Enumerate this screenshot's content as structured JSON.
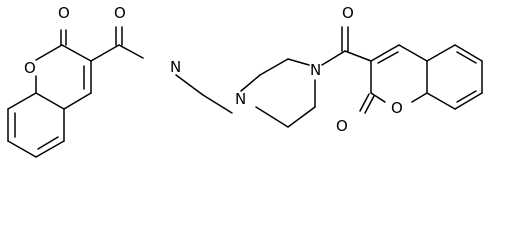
{
  "molecule": {
    "atoms": {
      "o_lactone_a": "O",
      "o_keto_a": "O",
      "o_amide": "O",
      "n_amide": "N",
      "n_pip_1": "N",
      "n_pip_2": "N",
      "o_ketone": "O",
      "o_lactone_b": "O",
      "o_keto_b": "O"
    }
  }
}
